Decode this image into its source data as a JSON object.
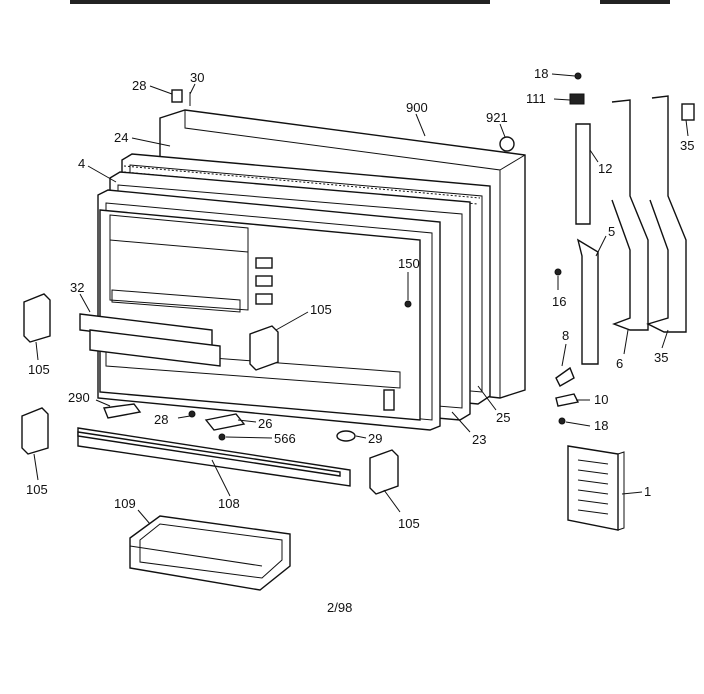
{
  "labels": {
    "l28a": "28",
    "l30": "30",
    "l24": "24",
    "l4": "4",
    "l900": "900",
    "l921": "921",
    "l18a": "18",
    "l111": "111",
    "l35a": "35",
    "l12": "12",
    "l5": "5",
    "l16": "16",
    "l150": "150",
    "l32": "32",
    "l105a": "105",
    "l105b": "105",
    "l105c": "105",
    "l105d": "105",
    "l6": "6",
    "l35b": "35",
    "l8": "8",
    "l10": "10",
    "l18b": "18",
    "l25": "25",
    "l23": "23",
    "l290": "290",
    "l28b": "28",
    "l26": "26",
    "l566": "566",
    "l29": "29",
    "l108": "108",
    "l109": "109",
    "l1": "1"
  },
  "footer": {
    "date_code": "2/98"
  }
}
